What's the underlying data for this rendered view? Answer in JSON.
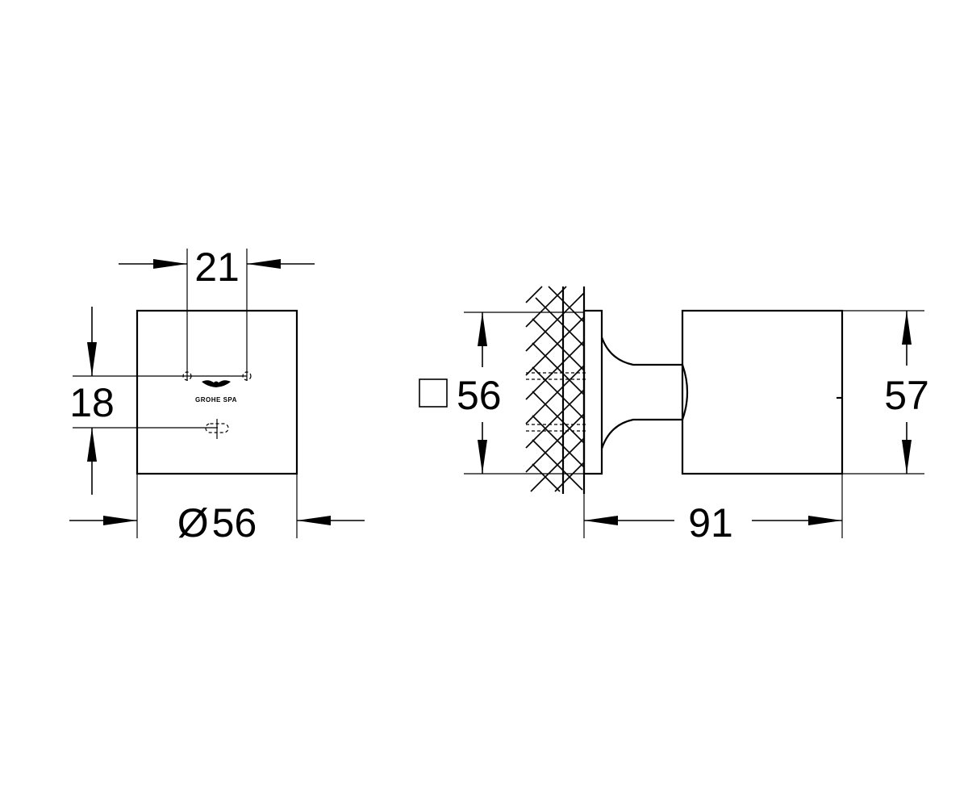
{
  "dimensions": {
    "hole_spacing": "21",
    "height_offset": "18",
    "diameter": "56",
    "diameter_symbol": "Ø",
    "square_size": "56",
    "projection": "91",
    "height": "57"
  },
  "logo": {
    "brand_text": "GROHE SPA"
  }
}
